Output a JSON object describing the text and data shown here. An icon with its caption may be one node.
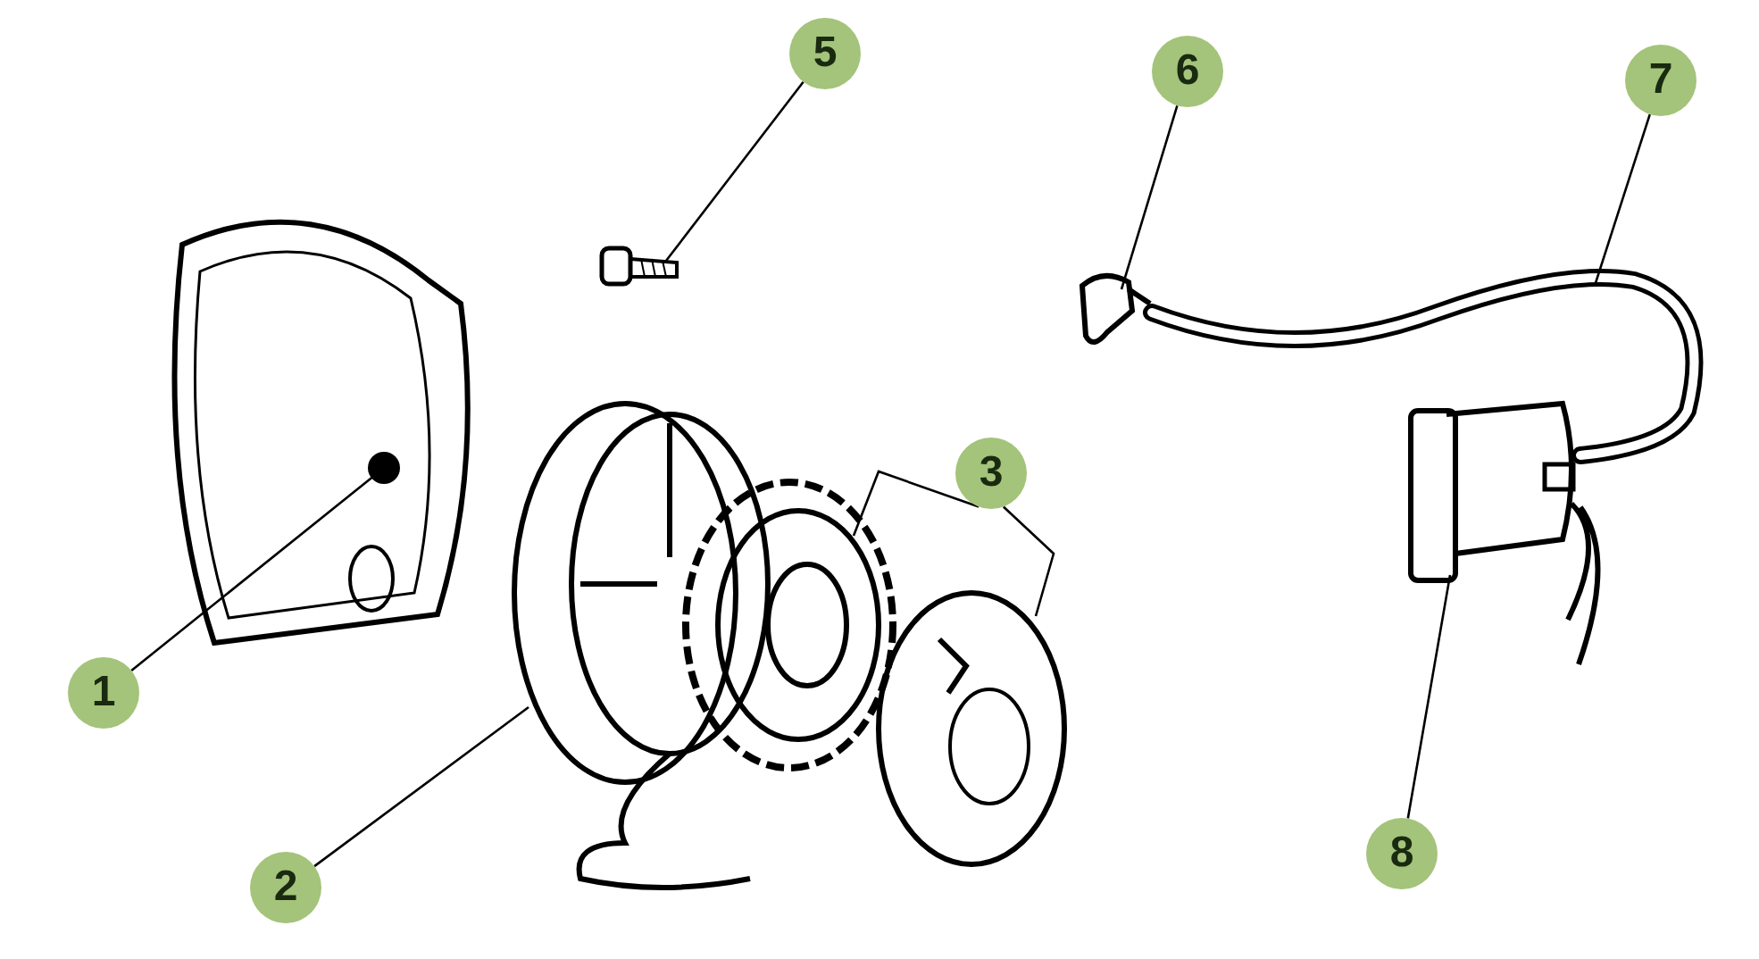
{
  "diagram": {
    "nodes": [
      {
        "text": [
          "1"
        ]
      },
      {
        "text": [
          "2"
        ]
      },
      {
        "text": [
          "3"
        ]
      },
      {
        "text": [
          "5"
        ]
      },
      {
        "text": [
          "6"
        ]
      },
      {
        "text": [
          "7"
        ]
      },
      {
        "text": [
          "8"
        ]
      },
      {
        "text": [],
        "shape": "picture"
      },
      {
        "text": [],
        "shape": "picture"
      },
      {
        "text": [],
        "shape": "picture"
      },
      {
        "text": [],
        "shape": "picture"
      },
      {
        "text": [],
        "shape": "picture"
      },
      {
        "text": [],
        "shape": "picture"
      },
      {
        "text": [],
        "shape": "picture"
      },
      {
        "text": [],
        "shape": "picture"
      }
    ],
    "edges": [
      {
        "from": 0,
        "to": 7,
        "arrow": "none"
      },
      {
        "from": 1,
        "to": 8,
        "arrow": "none"
      },
      {
        "from": 2,
        "to": 9,
        "arrow": "none"
      },
      {
        "from": 2,
        "to": 10,
        "arrow": "none"
      },
      {
        "from": 3,
        "to": 11,
        "arrow": "none"
      },
      {
        "from": 4,
        "to": 12,
        "arrow": "none"
      },
      {
        "from": 5,
        "to": 13,
        "arrow": "none"
      },
      {
        "from": 6,
        "to": 14,
        "arrow": "none"
      }
    ]
  }
}
